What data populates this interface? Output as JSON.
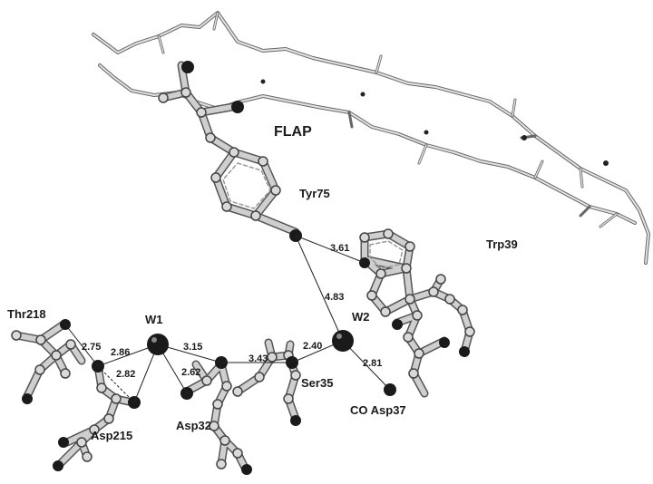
{
  "labels": {
    "flap": "FLAP",
    "tyr75": "Tyr75",
    "trp39": "Trp39",
    "thr218": "Thr218",
    "w1": "W1",
    "w2": "W2",
    "ser35": "Ser35",
    "asp215": "Asp215",
    "asp32": "Asp32",
    "co_asp37": "CO Asp37"
  },
  "distances": {
    "d_361": "3.61",
    "d_483": "4.83",
    "d_275": "2.75",
    "d_286": "2.86",
    "d_282": "2.82",
    "d_315": "3.15",
    "d_262": "2.62",
    "d_343": "3.43",
    "d_240": "2.40",
    "d_281": "2.81"
  },
  "colors": {
    "stick": "#c8c8c8",
    "stick_outline": "#555555",
    "atom_dark": "#1a1a1a",
    "atom_light": "#d9d9d9",
    "hbond": "#222222"
  }
}
